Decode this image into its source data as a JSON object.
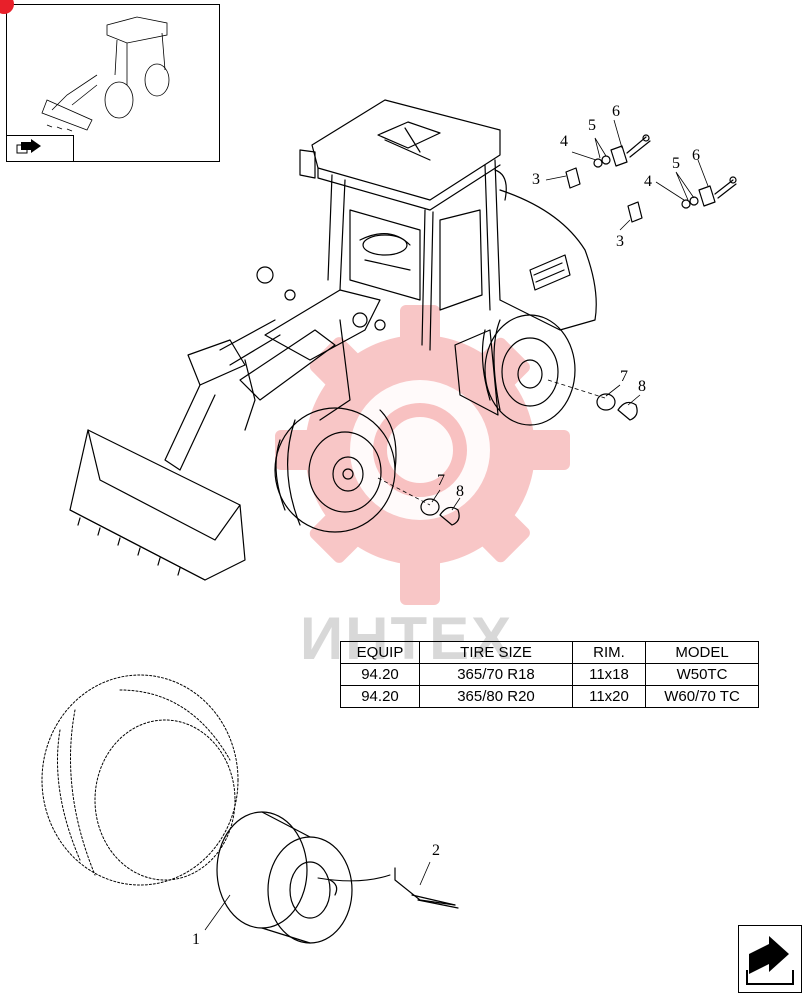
{
  "watermark": {
    "text": "ИНТЕХ"
  },
  "table": {
    "headers": [
      "EQUIP",
      "TIRE SIZE",
      "RIM.",
      "MODEL"
    ],
    "rows": [
      [
        "94.20",
        "365/70 R18",
        "11x18",
        "W50TC"
      ],
      [
        "94.20",
        "365/80 R20",
        "11x20",
        "W60/70 TC"
      ]
    ]
  },
  "callouts": {
    "c1": "1",
    "c2": "2",
    "c3a": "3",
    "c3b": "3",
    "c4a": "4",
    "c4b": "4",
    "c5a": "5",
    "c5b": "5",
    "c6a": "6",
    "c6b": "6",
    "c7a": "7",
    "c7b": "7",
    "c8a": "8",
    "c8b": "8"
  },
  "icons": {
    "thumbnail": "wheel-loader-thumbnail",
    "thumb_tab": "page-return-arrow-icon",
    "nav": "next-page-arrow-icon",
    "watermark_logo": "gear-logo-icon"
  },
  "colors": {
    "watermark_logo": "#f4a8a8",
    "corner_badge": "#e8202a"
  }
}
